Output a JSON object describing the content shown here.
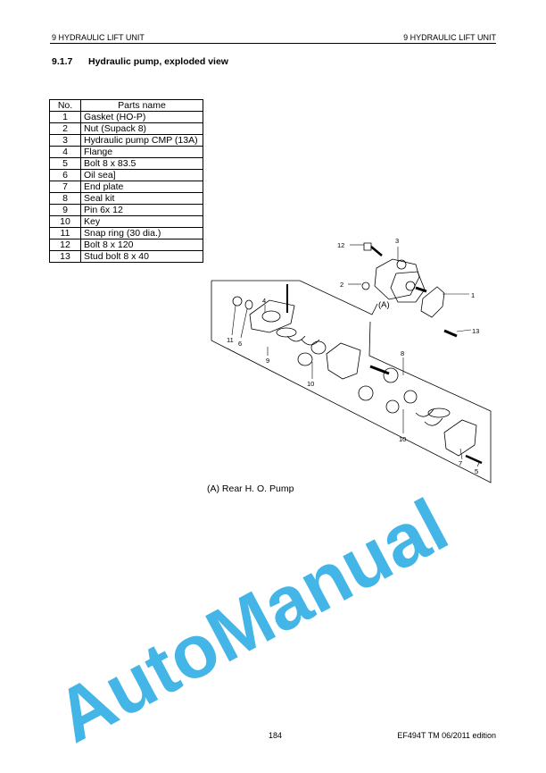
{
  "header": {
    "left": "9 HYDRAULIC LIFT UNIT",
    "right": "9 HYDRAULIC LIFT UNIT"
  },
  "section": {
    "number": "9.1.7",
    "title": "Hydraulic pump, exploded view"
  },
  "parts_table": {
    "headers": [
      "No.",
      "Parts name"
    ],
    "rows": [
      {
        "no": "1",
        "name": "Gasket (HO-P)"
      },
      {
        "no": "2",
        "name": "Nut (Supack 8)"
      },
      {
        "no": "3",
        "name": "Hydraulic pump CMP (13A)"
      },
      {
        "no": "4",
        "name": "Flange"
      },
      {
        "no": "5",
        "name": "Bolt 8 x 83.5"
      },
      {
        "no": "6",
        "name": "Oil sea]"
      },
      {
        "no": "7",
        "name": "End plate"
      },
      {
        "no": "8",
        "name": "Seal kit"
      },
      {
        "no": "9",
        "name": "Pin 6x 12"
      },
      {
        "no": "10",
        "name": "Key"
      },
      {
        "no": "11",
        "name": "Snap ring (30 dia.)"
      },
      {
        "no": "12",
        "name": "Bolt 8 x 120"
      },
      {
        "no": "13",
        "name": "Stud bolt 8 x 40"
      }
    ]
  },
  "diagram": {
    "callouts": [
      "12",
      "3",
      "2",
      "1",
      "13",
      "(A)",
      "4",
      "11",
      "6",
      "9",
      "10",
      "8",
      "10",
      "7",
      "5"
    ],
    "caption": "(A) Rear H. O. Pump"
  },
  "watermark": "AutoManual",
  "footer": {
    "page": "184",
    "edition": "EF494T TM 06/2011 edition"
  },
  "colors": {
    "watermark": "#43b5e6"
  }
}
